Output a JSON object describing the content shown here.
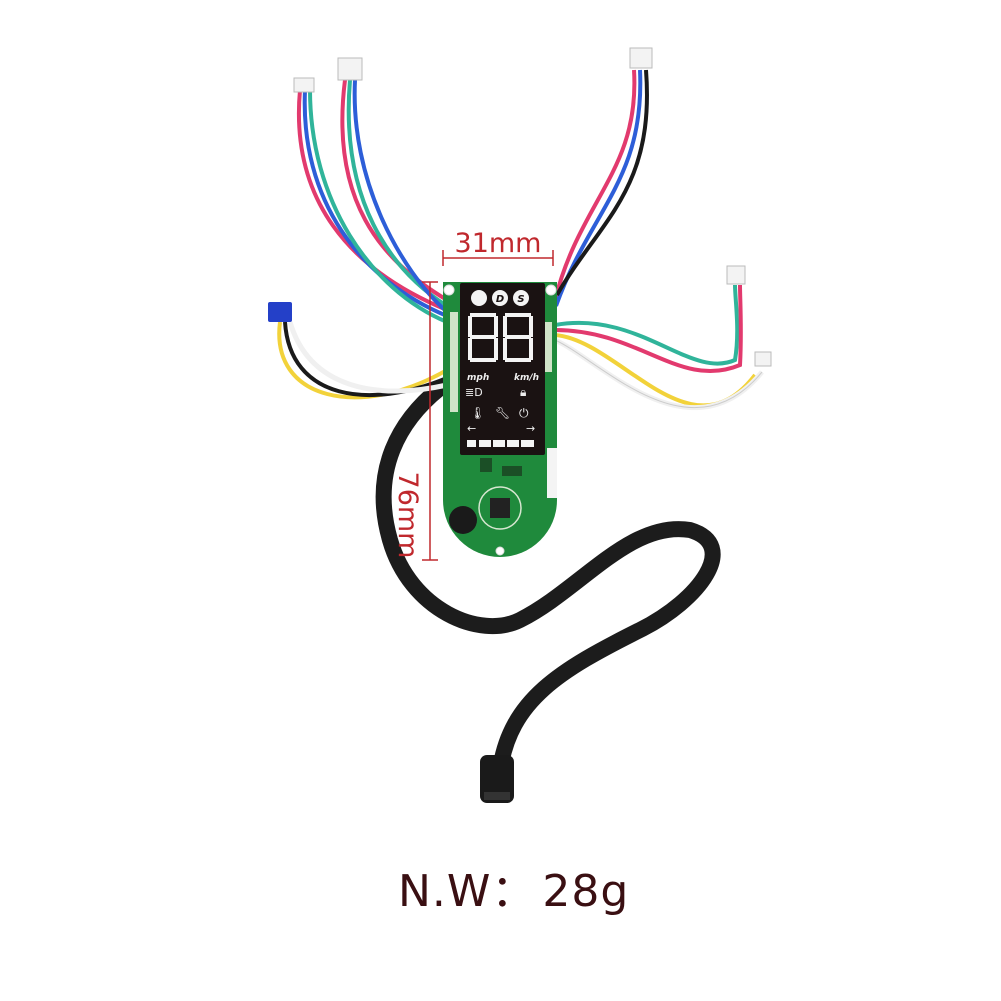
{
  "dimensions": {
    "width_label": "31mm",
    "height_label": "76mm"
  },
  "display": {
    "mode_labels": [
      "D",
      "S"
    ],
    "digits": "88",
    "unit_left": "mph",
    "unit_right": "km/h"
  },
  "weight": {
    "label": "N.W：",
    "value": "28g"
  },
  "colors": {
    "dimension": "#c0282d",
    "text": "#3a0f12",
    "pcb": "#1f8a3c",
    "cable": "#1a1a1a"
  }
}
